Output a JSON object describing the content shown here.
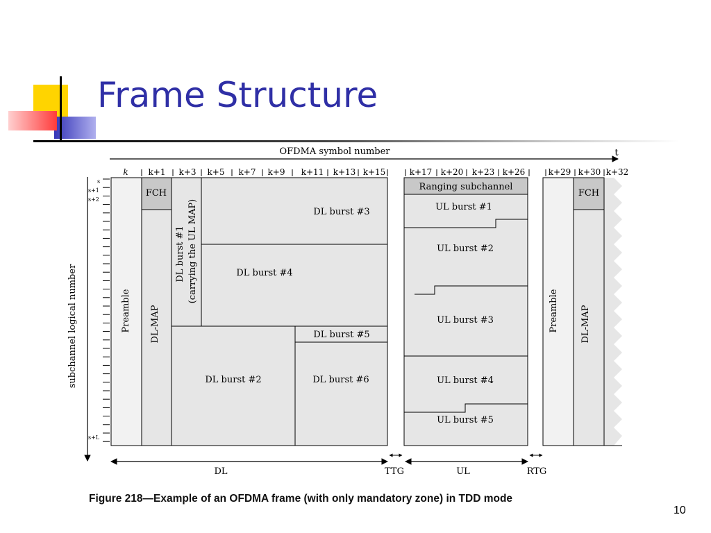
{
  "slide": {
    "title": "Frame Structure",
    "caption": "Figure 218—Example of an OFDMA frame (with only mandatory zone) in TDD mode",
    "page_number": "10"
  },
  "diagram": {
    "x_axis_label": "OFDMA symbol number",
    "time_label": "t",
    "y_axis_label": "subchannel logical number",
    "symbol_ticks": [
      "k",
      "k+1",
      "k+3",
      "k+5",
      "k+7",
      "k+9",
      "k+11",
      "k+13",
      "k+15",
      "k+17",
      "k+20",
      "k+23",
      "k+26",
      "k+29",
      "k+30",
      "k+32"
    ],
    "subchannel_ticks": [
      "s",
      "s+1",
      "s+2",
      "s+L"
    ],
    "regions": {
      "preamble": "Preamble",
      "fch": "FCH",
      "dl_map": "DL-MAP",
      "dl_burst_1_line1": "DL burst #1",
      "dl_burst_1_line2": "(carrying the UL MAP)",
      "dl_burst_2": "DL burst #2",
      "dl_burst_3": "DL burst #3",
      "dl_burst_4": "DL burst #4",
      "dl_burst_5": "DL burst #5",
      "dl_burst_6": "DL burst #6",
      "ranging": "Ranging subchannel",
      "ul_burst_1": "UL burst #1",
      "ul_burst_2": "UL burst #2",
      "ul_burst_3": "UL burst #3",
      "ul_burst_4": "UL burst #4",
      "ul_burst_5": "UL burst #5",
      "next_preamble": "Preamble",
      "next_fch": "FCH",
      "next_dl_map": "DL-MAP"
    },
    "spans": {
      "dl": "DL",
      "ttg": "TTG",
      "ul": "UL",
      "rtg": "RTG"
    }
  },
  "colors": {
    "title": "#2f2fa6",
    "region_light": "#e6e6e6",
    "region_lightest": "#f2f2f2",
    "region_dark": "#c8c8c8",
    "line": "#000000"
  }
}
